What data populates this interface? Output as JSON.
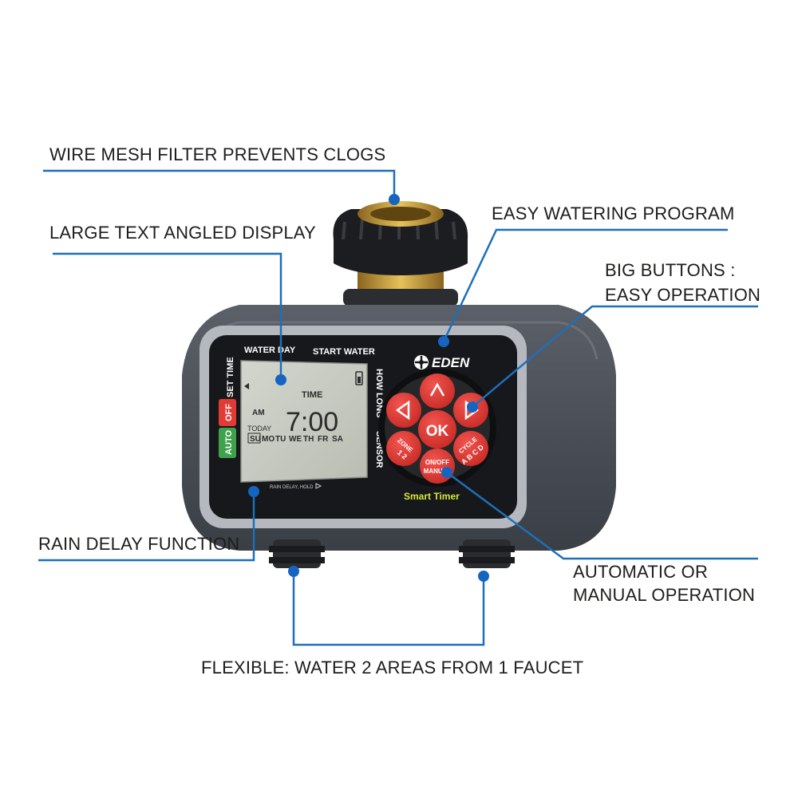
{
  "callouts": {
    "mesh_filter": "WIRE MESH FILTER PREVENTS CLOGS",
    "display": "LARGE TEXT ANGLED DISPLAY",
    "program": "EASY WATERING PROGRAM",
    "buttons_line1": "BIG BUTTONS :",
    "buttons_line2": "EASY OPERATION",
    "rain_delay": "RAIN DELAY FUNCTION",
    "auto_manual_line1": "AUTOMATIC OR",
    "auto_manual_line2": "MANUAL OPERATION",
    "flexible": "FLEXIBLE: WATER 2 AREAS FROM 1 FAUCET"
  },
  "device": {
    "brand": "EDEN",
    "model": "Smart Timer",
    "panel_labels": {
      "water_day": "WATER DAY",
      "start_water": "START WATER",
      "set_time": "SET TIME",
      "off": "OFF",
      "auto": "AUTO",
      "how_long": "HOW LONG",
      "sensor": "SENSOR",
      "rain_delay_hold": "RAIN DELAY, HOLD"
    },
    "lcd": {
      "label_time": "TIME",
      "am": "AM",
      "clock": "7:00",
      "today": "TODAY",
      "days": [
        "SU",
        "MO",
        "TU",
        "WE",
        "TH",
        "FR",
        "SA"
      ]
    },
    "keypad": {
      "ok": "OK",
      "zone_top": "ZONE",
      "zone_bottom": "1 2",
      "cycle_top": "CYCLE",
      "cycle_bottom": "A B C D",
      "onoff_top": "ON/OFF",
      "onoff_bottom": "MANUAL"
    }
  },
  "colors": {
    "leader_blue": "#1e6fb8",
    "dot_blue": "#1565c0",
    "housing": "#4a4f57",
    "key_red": "#e23a35",
    "lcd": "#c9cdc3",
    "brass": "#c99a35"
  }
}
